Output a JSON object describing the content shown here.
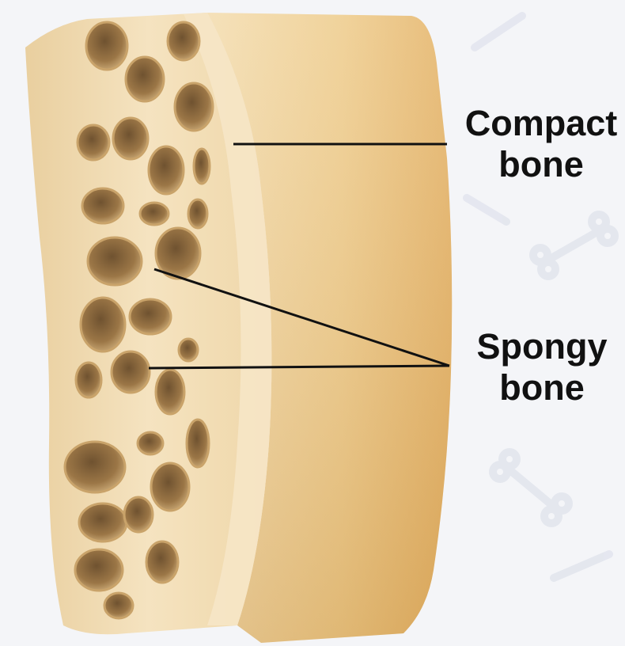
{
  "labels": {
    "compact": {
      "line1": "Compact",
      "line2": "bone"
    },
    "spongy": {
      "line1": "Spongy",
      "line2": "bone"
    }
  },
  "colors": {
    "background": "#f4f5f8",
    "bone_face_light": "#f1d7a4",
    "bone_face_dark": "#e6b56a",
    "bone_cut_surface": "#f2dfb9",
    "pore_interior": "#8c6a3c",
    "leader_line": "#111111",
    "label_text": "#111111"
  },
  "icons": {
    "background_pattern": "bone-watermark-icon"
  }
}
